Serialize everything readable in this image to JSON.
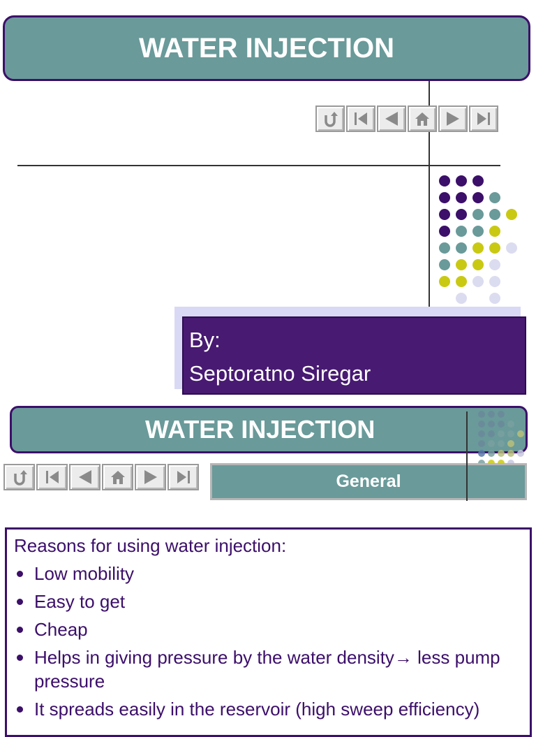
{
  "slide1": {
    "title": "WATER INJECTION",
    "byline_label": "By:",
    "author": "Septoratno Siregar"
  },
  "nav": {
    "buttons": [
      {
        "name": "return",
        "icon": "return-arrow-icon"
      },
      {
        "name": "first",
        "icon": "skip-to-start-icon"
      },
      {
        "name": "previous",
        "icon": "previous-arrow-icon"
      },
      {
        "name": "home",
        "icon": "home-icon"
      },
      {
        "name": "next",
        "icon": "next-arrow-icon"
      },
      {
        "name": "last",
        "icon": "skip-to-end-icon"
      }
    ]
  },
  "slide2": {
    "title": "WATER INJECTION",
    "section": "General",
    "intro": "Reasons for using water injection:",
    "bullets": [
      "Low mobility",
      "Easy to get",
      "Cheap",
      "Helps in giving pressure by the water density→ less pump pressure",
      "It spreads easily in the reservoir (high sweep efficiency)"
    ]
  },
  "colors": {
    "teal": "#6a9a9a",
    "purple": "#3c0f6a",
    "byline_purple": "#481a72",
    "yellow": "#c9c914",
    "lavender": "#dcdcf0"
  }
}
